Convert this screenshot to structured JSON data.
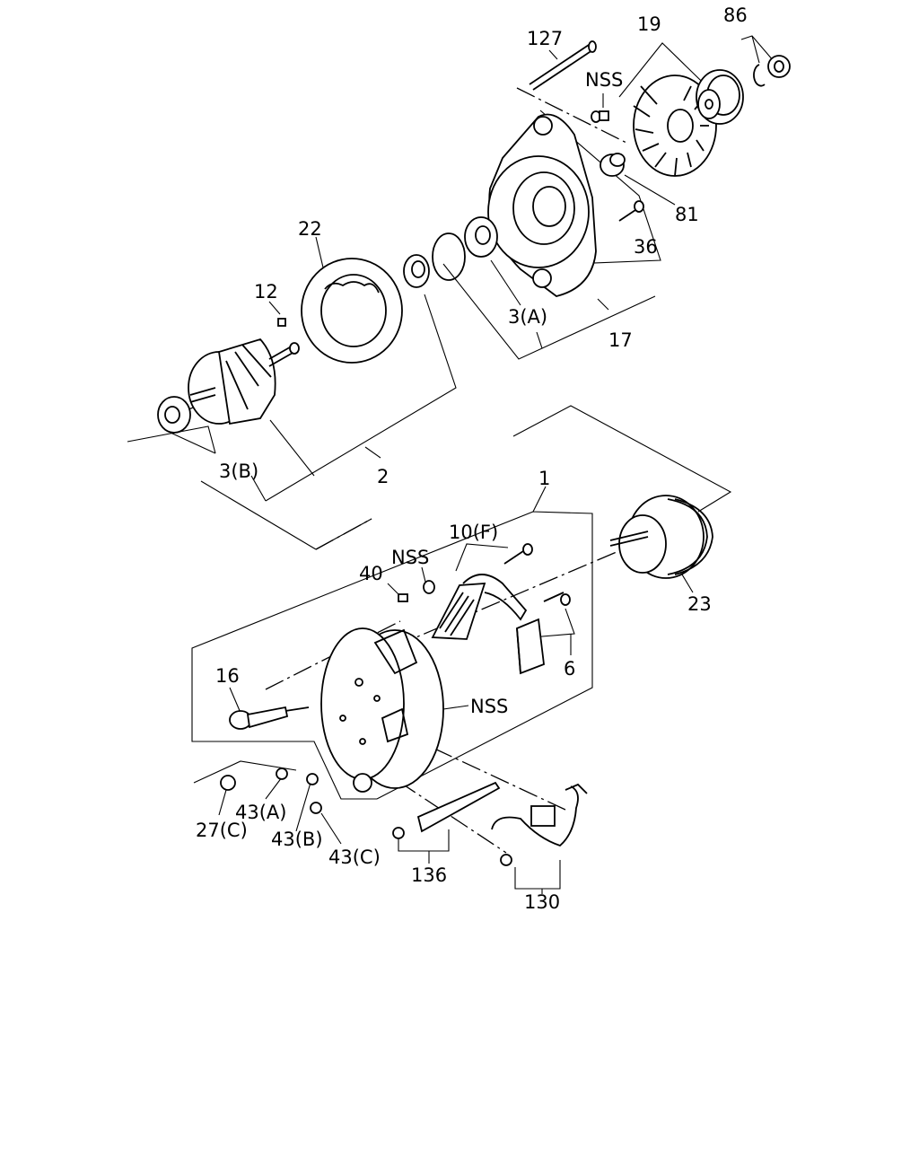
{
  "colors": {
    "ink": "#000000",
    "paper": "#ffffff"
  },
  "labels": {
    "l127": "127",
    "l19": "19",
    "l86": "86",
    "nss_top": "NSS",
    "l81": "81",
    "l36": "36",
    "l22": "22",
    "l12": "12",
    "l3a": "3(A)",
    "l17": "17",
    "l3b": "3(B)",
    "l2": "2",
    "l1": "1",
    "l10f": "10(F)",
    "nss_mid": "NSS",
    "l40": "40",
    "l23": "23",
    "l16": "16",
    "l6": "6",
    "nss_right": "NSS",
    "l43a": "43(A)",
    "l27c": "27(C)",
    "l43b": "43(B)",
    "l43c": "43(C)",
    "l136": "136",
    "l130": "130"
  },
  "parts": [
    {
      "ref": "127",
      "icon": "long-bolt-icon"
    },
    {
      "ref": "19",
      "icon": "fan-icon"
    },
    {
      "ref": "86",
      "icon": "nut-washer-icon"
    },
    {
      "ref": "81",
      "icon": "collar-icon"
    },
    {
      "ref": "36",
      "icon": "screw-icon"
    },
    {
      "ref": "22",
      "icon": "stator-icon"
    },
    {
      "ref": "12",
      "icon": "key-icon"
    },
    {
      "ref": "3(A)",
      "icon": "bearing-icon"
    },
    {
      "ref": "17",
      "icon": "front-bracket-icon"
    },
    {
      "ref": "3(B)",
      "icon": "bearing-icon"
    },
    {
      "ref": "2",
      "icon": "rotor-icon"
    },
    {
      "ref": "1",
      "icon": "rear-assembly-icon"
    },
    {
      "ref": "10(F)",
      "icon": "brush-holder-icon"
    },
    {
      "ref": "40",
      "icon": "clip-icon"
    },
    {
      "ref": "23",
      "icon": "pulley-icon"
    },
    {
      "ref": "16",
      "icon": "terminal-bolt-icon"
    },
    {
      "ref": "6",
      "icon": "regulator-icon"
    },
    {
      "ref": "43(A)",
      "icon": "screw-icon"
    },
    {
      "ref": "27(C)",
      "icon": "nut-icon"
    },
    {
      "ref": "43(B)",
      "icon": "screw-icon"
    },
    {
      "ref": "43(C)",
      "icon": "screw-icon"
    },
    {
      "ref": "136",
      "icon": "bracket-rod-icon"
    },
    {
      "ref": "130",
      "icon": "harness-icon"
    }
  ]
}
